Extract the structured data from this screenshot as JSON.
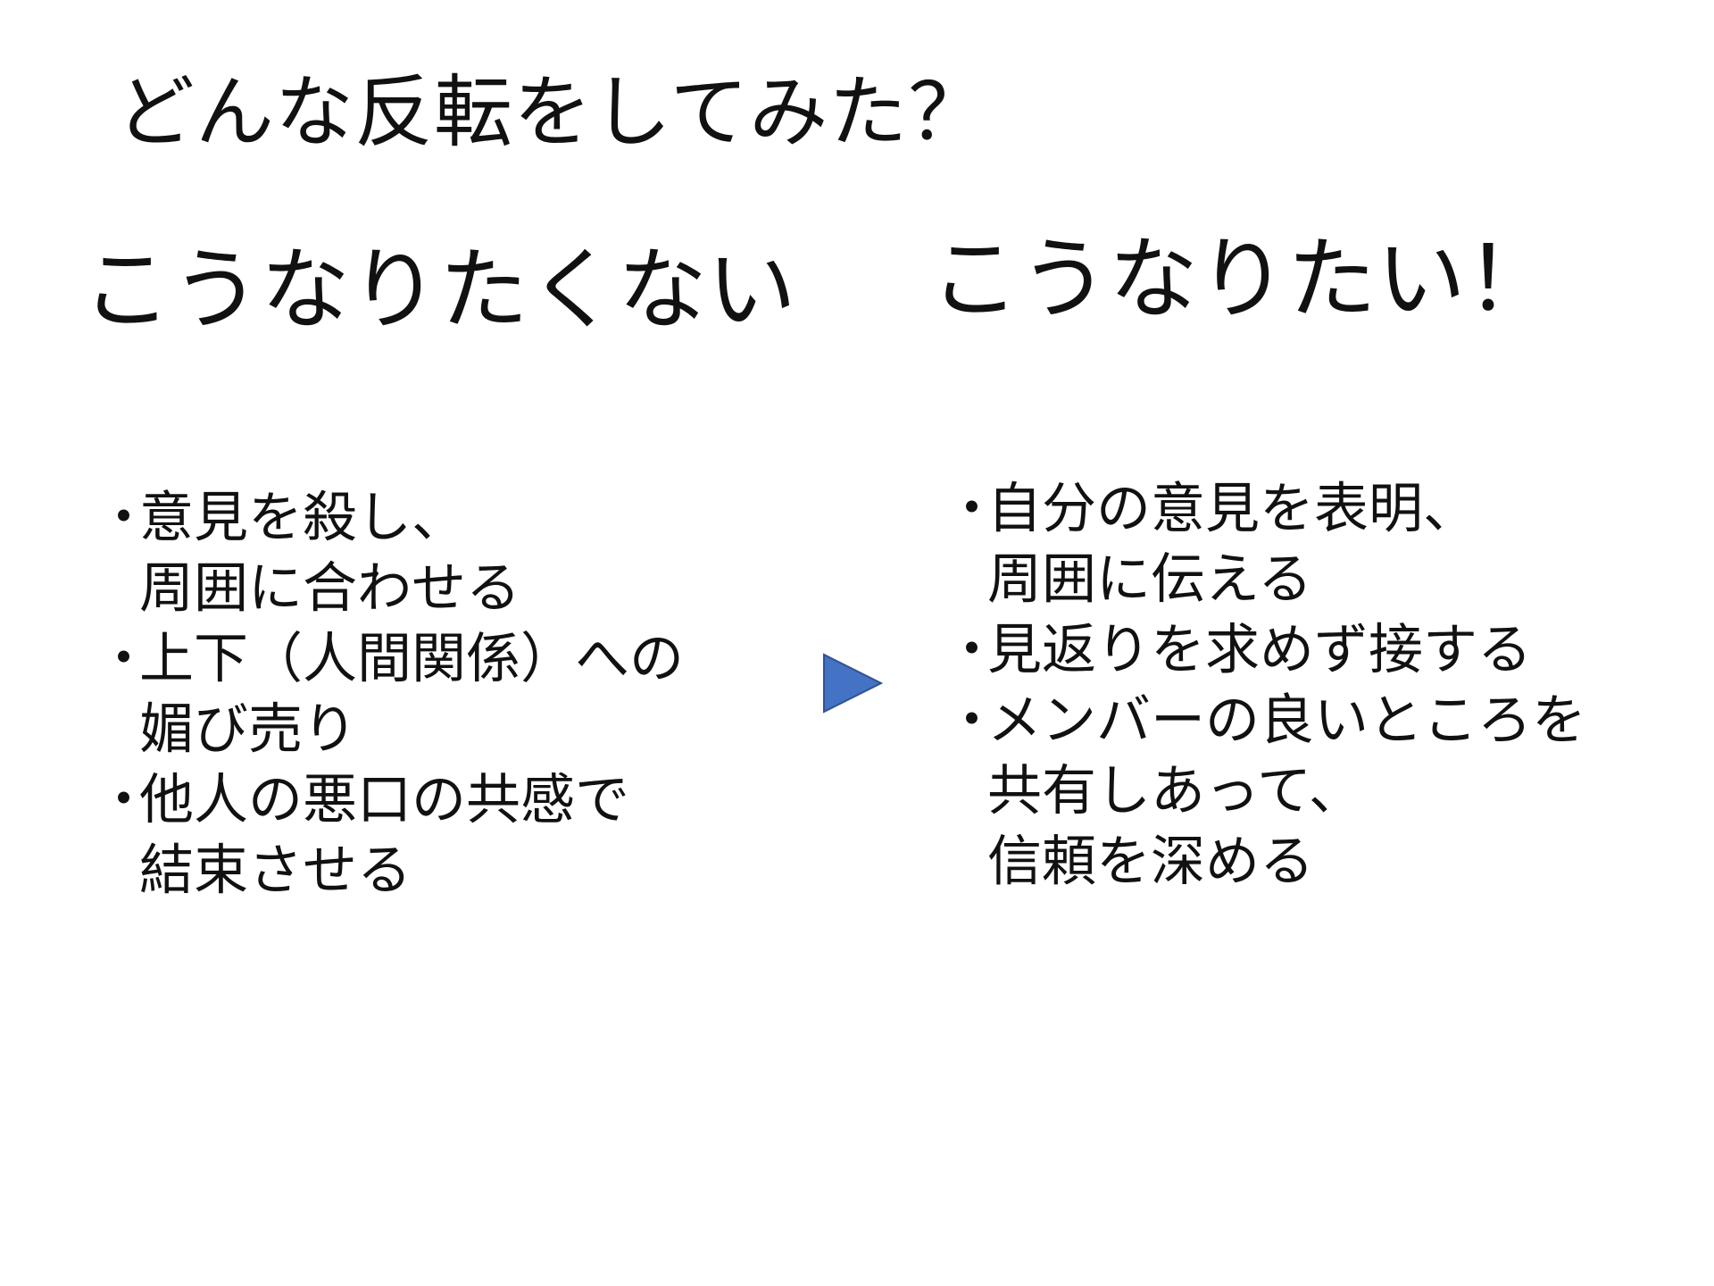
{
  "slide": {
    "title": "どんな反転をしてみた？",
    "left": {
      "heading": "こうなりたくない",
      "bullet": "・",
      "items": [
        "意見を殺し、\n周囲に合わせる",
        "上下（人間関係）への\n媚び売り",
        "他人の悪口の共感で\n結束させる"
      ]
    },
    "right": {
      "heading": "こうなりたい！",
      "bullet": "・",
      "items": [
        "自分の意見を表明、\n周囲に伝える",
        "見返りを求めず接する",
        "メンバーの良いところを\n共有しあって、\n信頼を深める"
      ]
    },
    "arrow_icon": "triangle-right-icon",
    "arrow_color": "#4472C4",
    "arrow_outline": "#2F528F"
  }
}
